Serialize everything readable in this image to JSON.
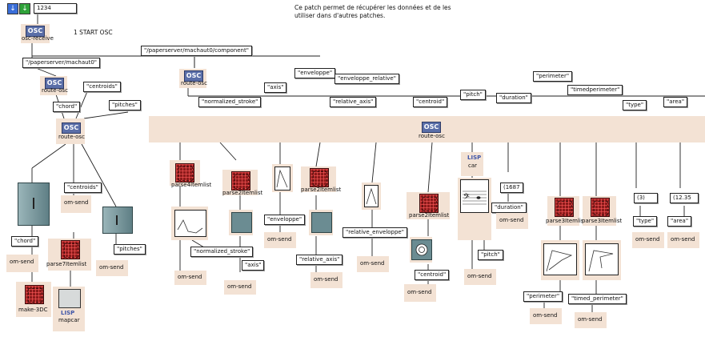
{
  "toolbar": {
    "down_arrow_icon": "arrow-down-icon",
    "green_arrow_icon": "arrow-down-green-icon",
    "number_value": "1234"
  },
  "comment": {
    "line1": "Ce patch permet de récupérer les données et de les",
    "line2": "utiliser dans d'autres patches."
  },
  "osc_label": "OSC",
  "lisp_label": "LISP",
  "nodes": {
    "osc_receive": "osc-receive",
    "start_osc": "1 START OSC",
    "path_machaut0": "\"/paperserver/machaut0\"",
    "path_component": "\"/paperserver/machaut0/component\"",
    "route_osc": "route-osc",
    "centroids": "\"centroids\"",
    "pitches": "\"pitches\"",
    "chord": "\"chord\"",
    "axis": "\"axis\"",
    "normalized_stroke": "\"normalized_stroke\"",
    "enveloppe": "\"enveloppe\"",
    "enveloppe_relative": "\"enveloppe_relative\"",
    "relative_axis": "\"relative_axis\"",
    "centroid": "\"centroid\"",
    "pitch": "\"pitch\"",
    "duration": "\"duration\"",
    "perimeter": "\"perimeter\"",
    "timedperimeter": "\"timedperimeter\"",
    "type": "\"type\"",
    "area": "\"area\"",
    "om_send": "om-send",
    "parse4": "parse4Itemlist",
    "parse2": "parse2Itemlist",
    "parse3": "parse3Itemlist",
    "parse7": "parse7Itemlist",
    "make3dc": "make-3DC",
    "mapcar": "mapcar",
    "car": "car",
    "relative_enveloppe": "\"relative_enveloppe\"",
    "timed_perimeter": "\"timed_perimeter\"",
    "val_1687": "(1687",
    "val_3": "(3)",
    "val_1235": "(12.35"
  }
}
